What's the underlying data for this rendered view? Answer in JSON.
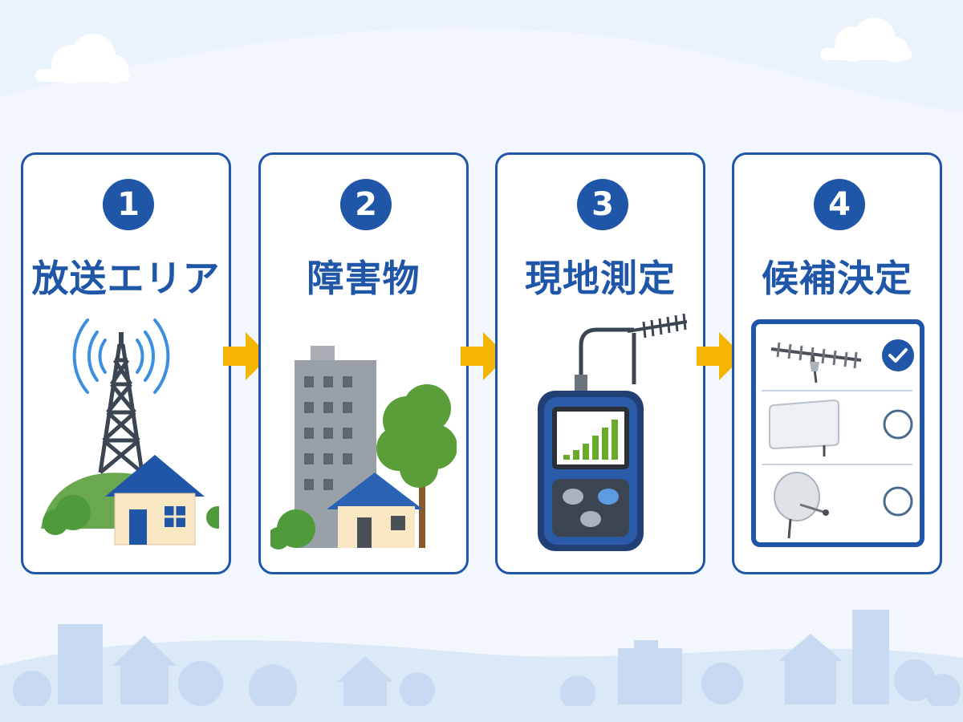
{
  "steps": [
    {
      "number": "1",
      "title": "放送エリア",
      "icon": "broadcast-tower-icon"
    },
    {
      "number": "2",
      "title": "障害物",
      "icon": "building-obstacle-icon"
    },
    {
      "number": "3",
      "title": "現地測定",
      "icon": "signal-meter-icon"
    },
    {
      "number": "4",
      "title": "候補決定",
      "icon": "antenna-candidates-icon"
    }
  ],
  "candidates": [
    {
      "icon": "yagi-antenna-icon",
      "selected": true
    },
    {
      "icon": "flat-panel-antenna-icon",
      "selected": false
    },
    {
      "icon": "satellite-dish-icon",
      "selected": false
    }
  ],
  "colors": {
    "primary": "#1f56a8",
    "arrow": "#f5b400",
    "tree_green": "#5a9e3a",
    "signal_green": "#6aaa2a",
    "background": "#eaf2fb"
  }
}
